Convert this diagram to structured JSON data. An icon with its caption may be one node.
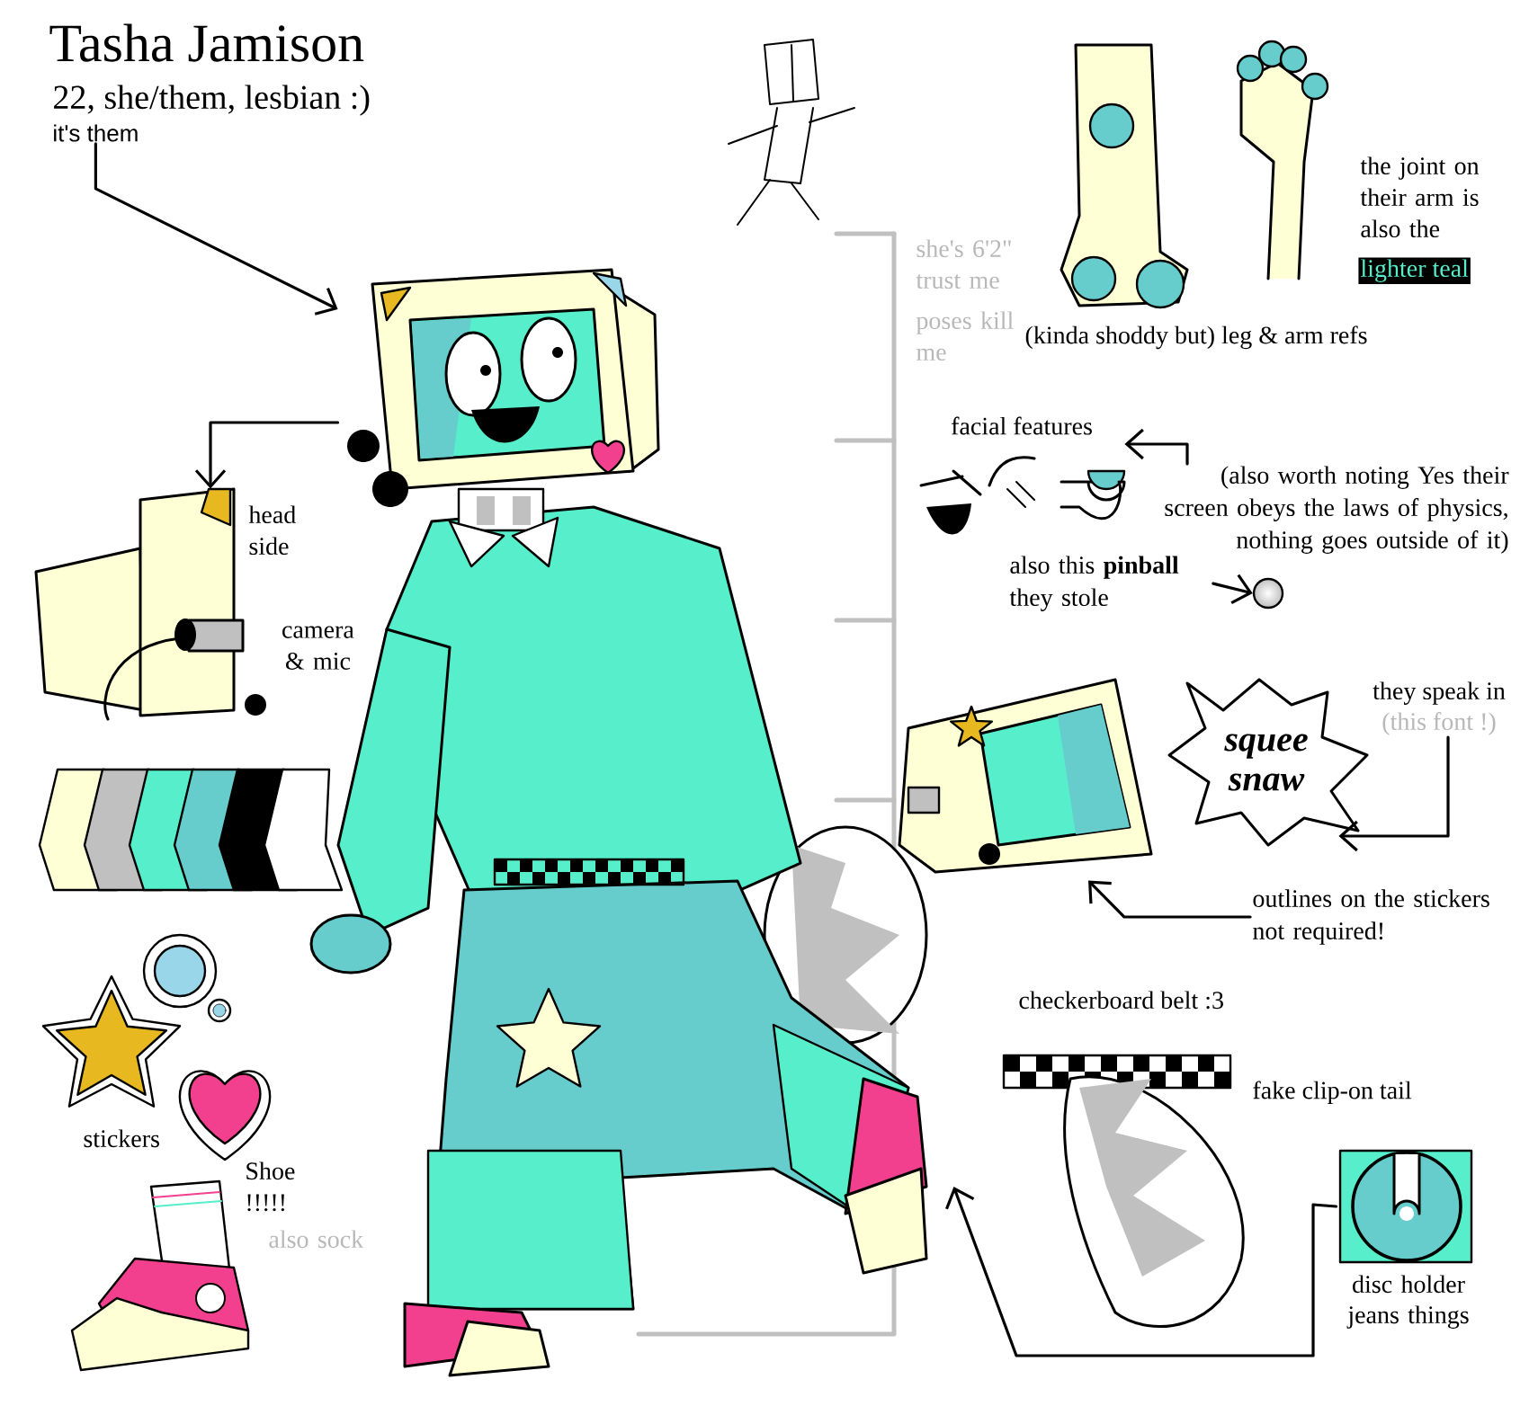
{
  "diagram": {
    "title": "Tasha Jamison",
    "nodes": [
      {
        "text": [
          "it's them"
        ]
      },
      {
        "text": [],
        "shape": "picture"
      },
      {
        "text": [],
        "shape": "picture"
      },
      {
        "text": [
          "(also worth noting Yes their screen obeys the laws of physics, nothing goes outside of it)"
        ]
      },
      {
        "text": [],
        "shape": "picture",
        "beside": [
          "facial features"
        ]
      },
      {
        "text": [
          "also this **pinball** they stole"
        ]
      },
      {
        "text": [],
        "shape": "circle"
      },
      {
        "text": [],
        "shape": "picture"
      },
      {
        "text": [
          "squee snaw"
        ]
      },
      {
        "text": [
          "they speak in",
          "(this font !)"
        ]
      },
      {
        "text": [
          "outlines on the stickers not required!"
        ]
      },
      {
        "text": [],
        "shape": "picture"
      },
      {
        "text": [],
        "shape": "picture",
        "beside": [
          "disc holder jeans things"
        ]
      }
    ],
    "edges": [
      {
        "from": 0,
        "to": 1,
        "arrow": "to"
      },
      {
        "from": 1,
        "to": 2,
        "arrow": "to"
      },
      {
        "from": 3,
        "to": 4,
        "arrow": "to"
      },
      {
        "from": 5,
        "to": 6,
        "arrow": "to"
      },
      {
        "from": 9,
        "to": 8,
        "arrow": "to"
      },
      {
        "from": 10,
        "to": 7,
        "arrow": "to"
      },
      {
        "from": 12,
        "to": 1,
        "arrow": "to"
      }
    ],
    "labels": [
      "22, she/them, lesbian :)",
      "head side",
      "camera & mic",
      "she's 6'2\" trust me",
      "poses kill me",
      "the joint on their arm is also the",
      "lighter teal",
      "(kinda shoddy but) leg & arm refs",
      "checkerboard belt :3",
      "fake clip-on tail",
      "stickers",
      "Shoe !!!!!",
      "also sock"
    ]
  }
}
